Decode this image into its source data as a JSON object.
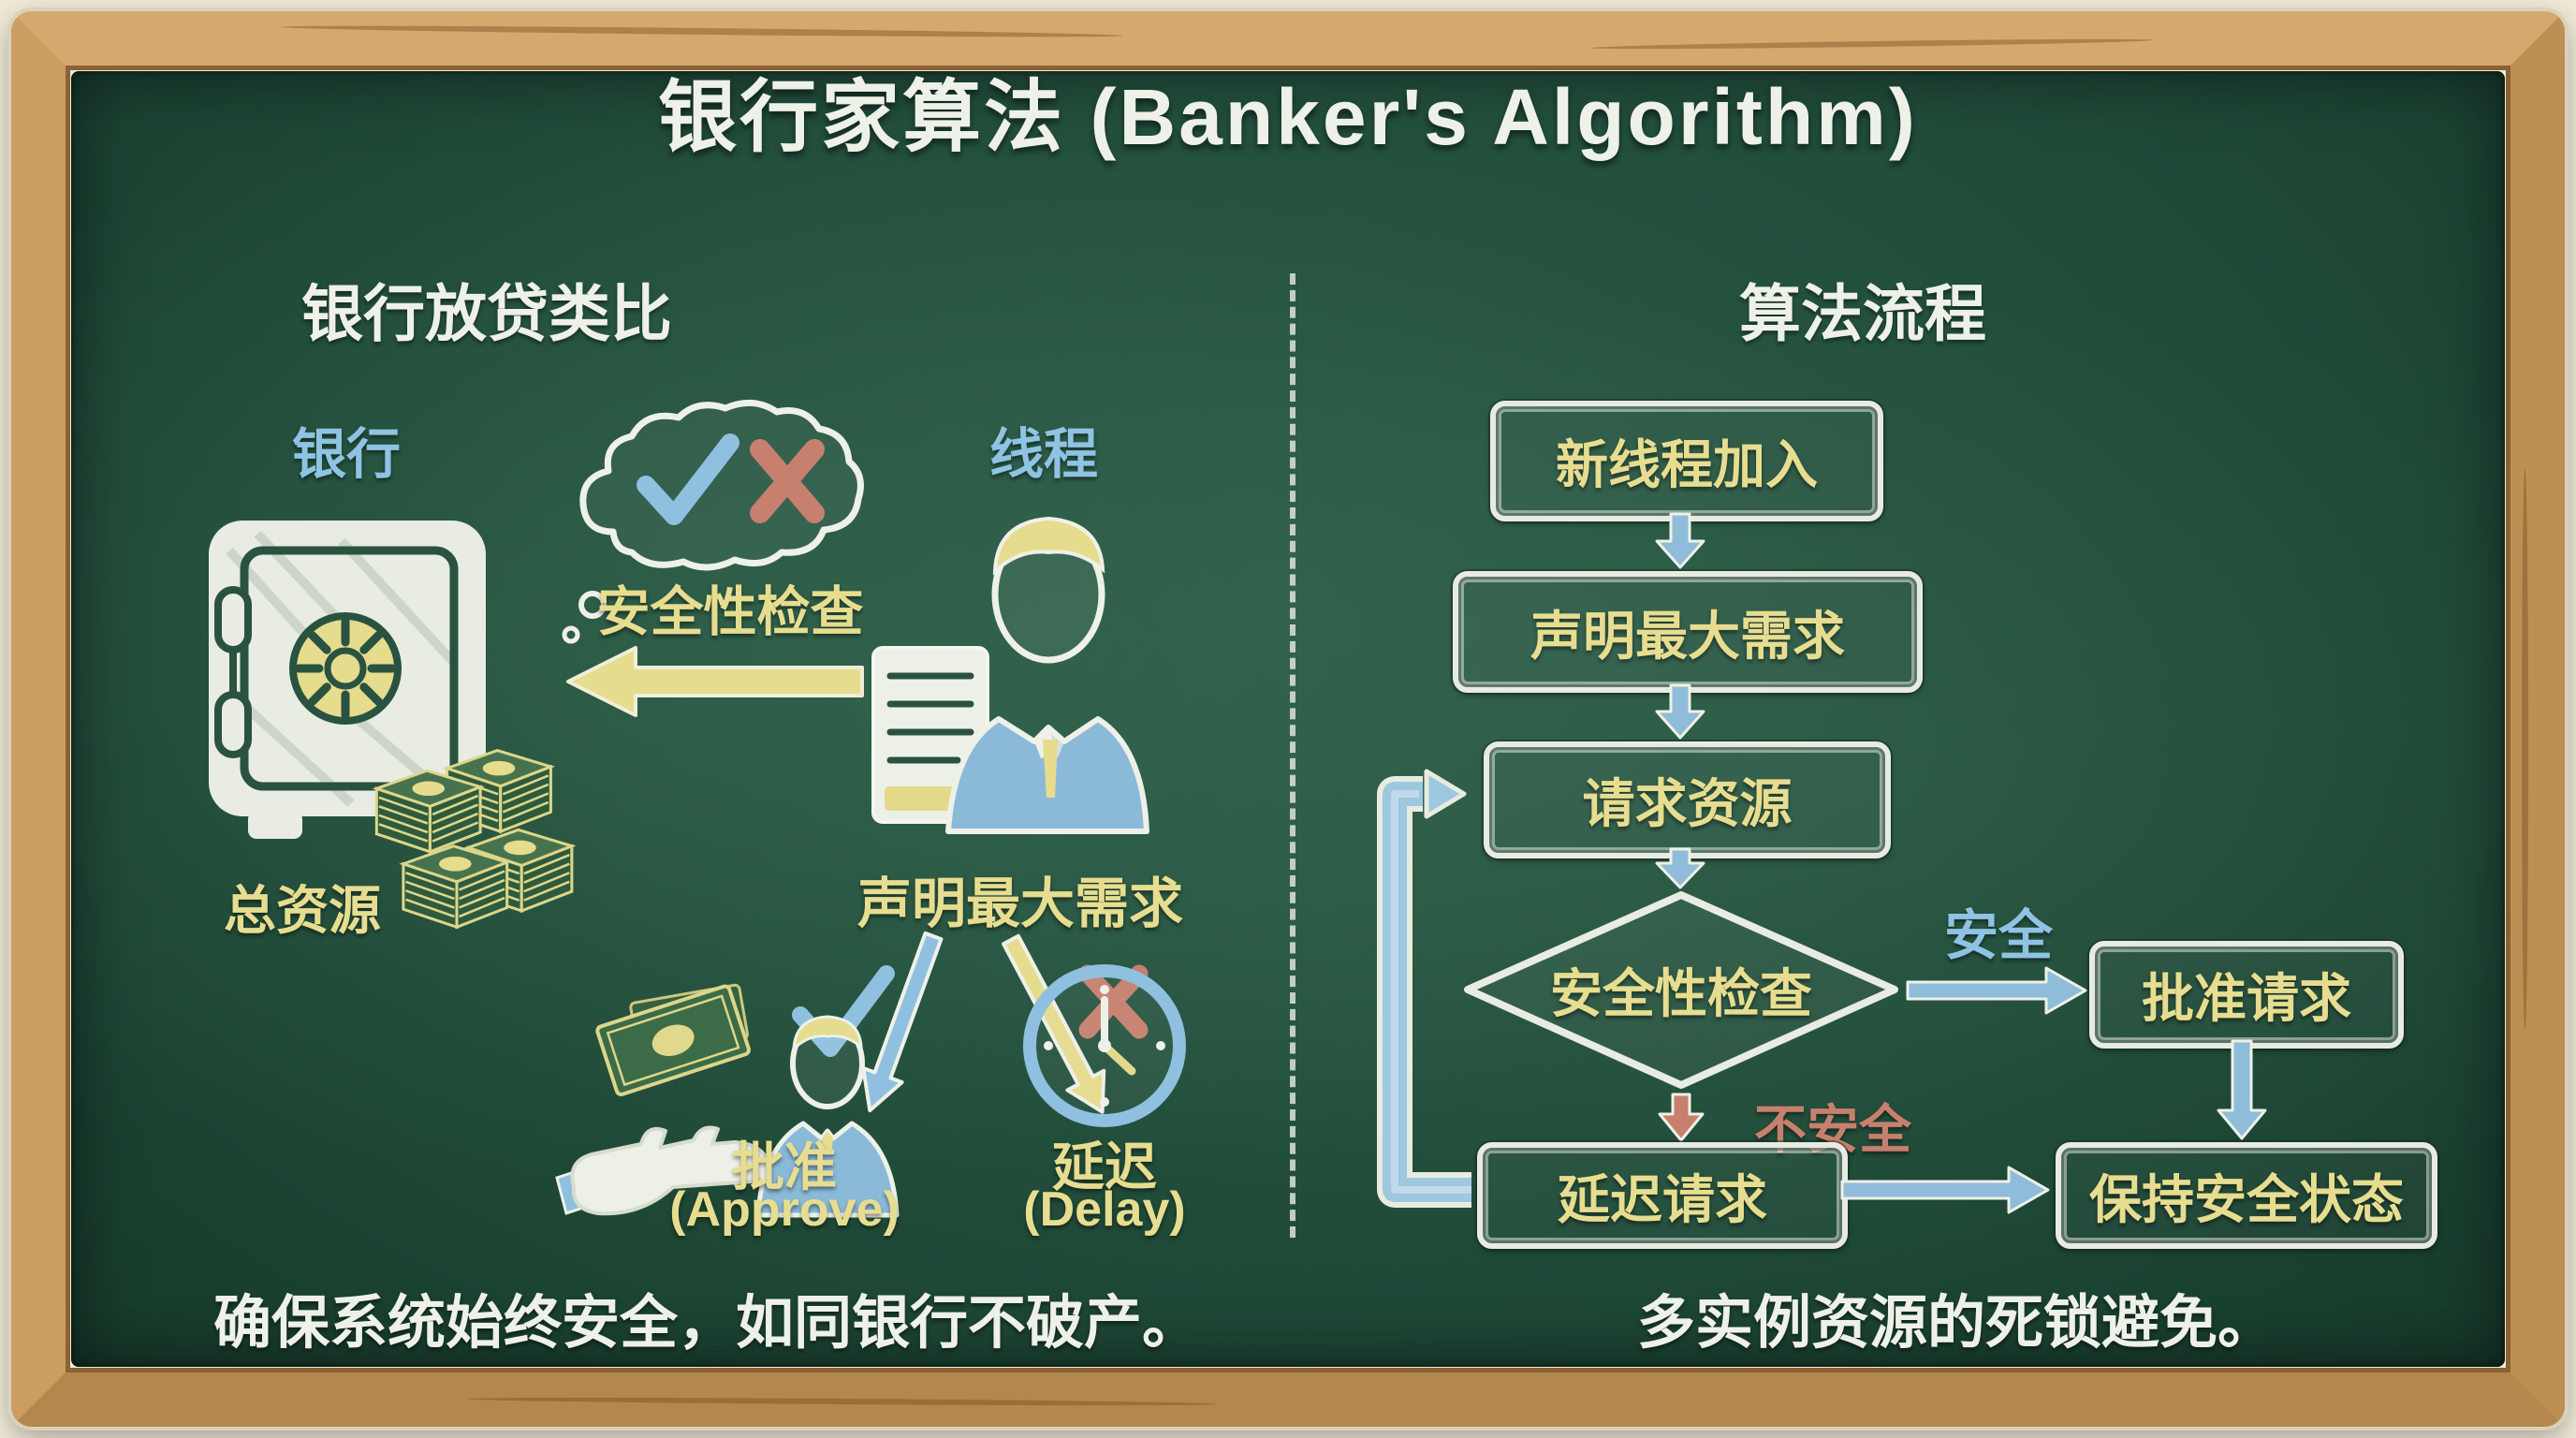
{
  "title": "银行家算法 (Banker's Algorithm)",
  "left": {
    "heading": "银行放贷类比",
    "bank_label": "银行",
    "total_resources_label": "总资源",
    "safety_check_label": "安全性检查",
    "thread_label": "线程",
    "declare_max_label": "声明最大需求",
    "approve_label": "批准",
    "approve_sub": "(Approve)",
    "delay_label": "延迟",
    "delay_sub": "(Delay)",
    "caption": "确保系统始终安全，如同银行不破产。"
  },
  "right": {
    "heading": "算法流程",
    "nodes": {
      "new_thread": "新线程加入",
      "declare_max": "声明最大需求",
      "request": "请求资源",
      "safety_check": "安全性检查",
      "approve": "批准请求",
      "delay": "延迟请求",
      "keep_safe": "保持安全状态"
    },
    "edges": {
      "safe": "安全",
      "unsafe": "不安全"
    },
    "caption": "多实例资源的死锁避免。"
  },
  "colors": {
    "chalk_white": "#eef1e8",
    "chalk_yellow": "#e7dd90",
    "chalk_blue": "#8fc3e3",
    "chalk_red": "#c8806e",
    "board_green": "#23503d",
    "wood_frame": "#c6965c"
  }
}
